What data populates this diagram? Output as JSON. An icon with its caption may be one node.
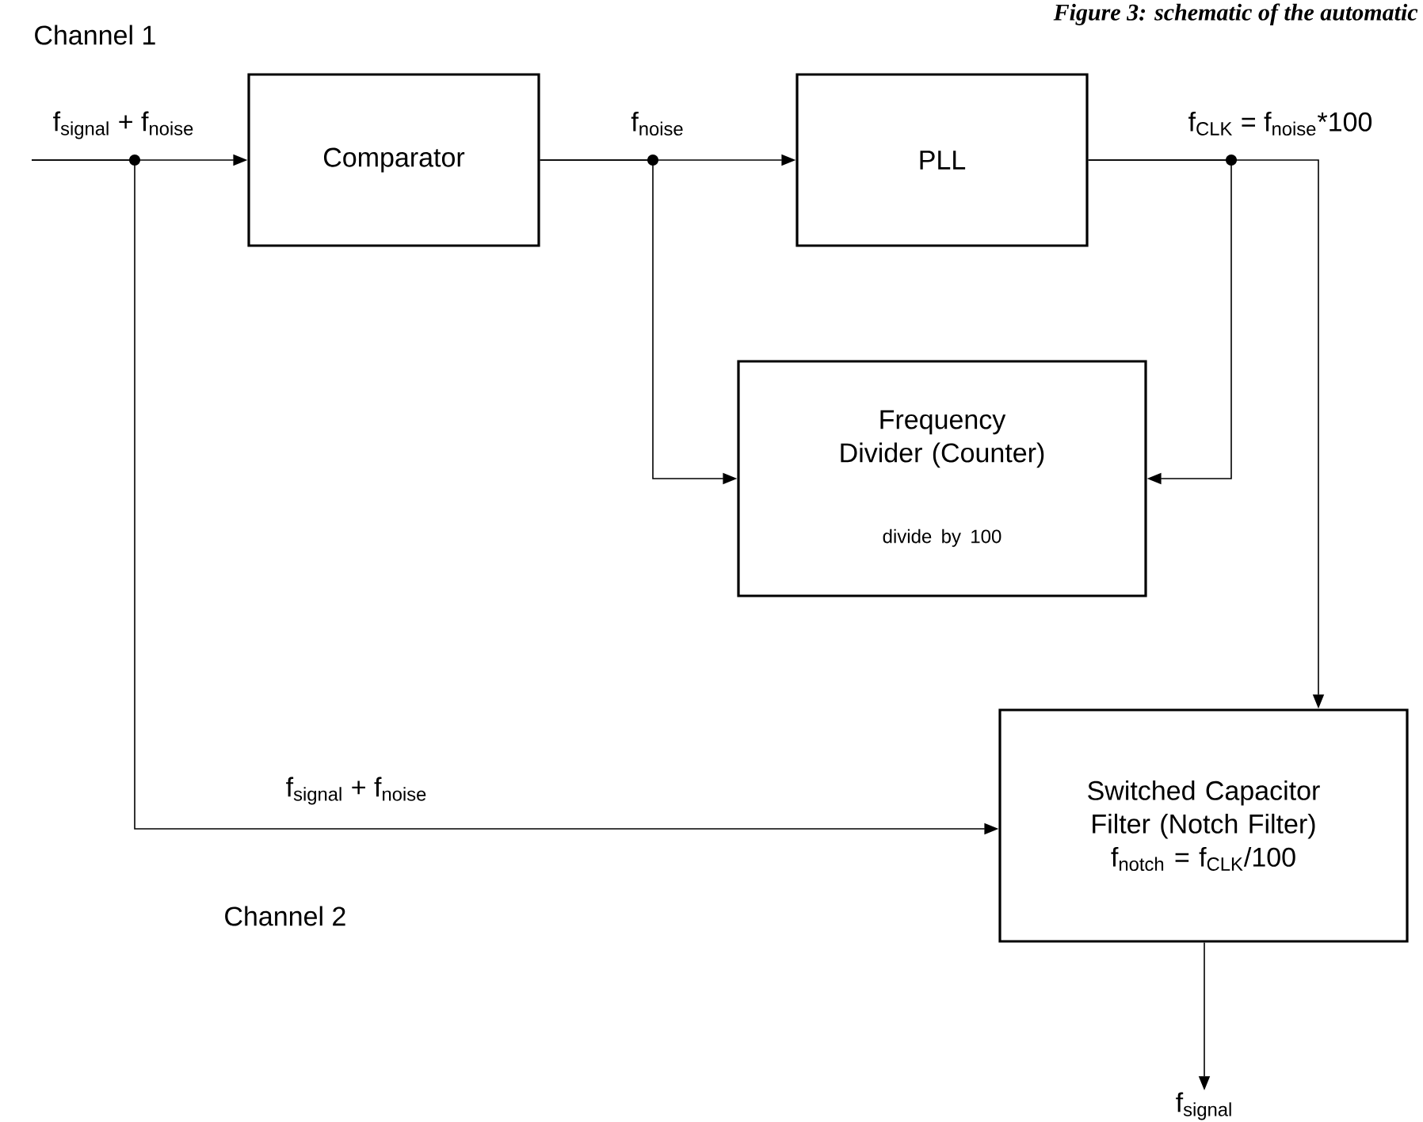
{
  "diagram": {
    "title": "Figure 3: schematic of the automatic",
    "nodes": [
      {
        "text": [
          "Comparator"
        ]
      },
      {
        "text": [
          "PLL"
        ]
      },
      {
        "text": [
          "Frequency Divider (Counter)",
          "divide by 100"
        ]
      },
      {
        "text": [
          "Switched Capacitor Filter (Notch Filter)",
          "f$_{notch}$ = f$_{CLK}$/100"
        ]
      },
      {
        "text": [
          "f$_{signal}$"
        ]
      }
    ],
    "edges": [
      {
        "from": null,
        "to": 0,
        "arrow": "to",
        "label": "f$_{signal}$ + f$_{noise}$"
      },
      {
        "from": null,
        "to": 3,
        "arrow": "to",
        "label": "f$_{signal}$ + f$_{noise}$"
      },
      {
        "from": 0,
        "to": 1,
        "arrow": "to",
        "label": "f$_{noise}$"
      },
      {
        "from": 0,
        "to": 2,
        "arrow": "to"
      },
      {
        "from": 1,
        "to": 2,
        "arrow": "to"
      },
      {
        "from": 1,
        "to": 3,
        "arrow": "to",
        "label": "f$_{CLK}$ = f$_{noise}$*100"
      },
      {
        "from": 3,
        "to": 4,
        "arrow": "to"
      }
    ],
    "labels": [
      "Channel 1",
      "Channel 2"
    ]
  }
}
